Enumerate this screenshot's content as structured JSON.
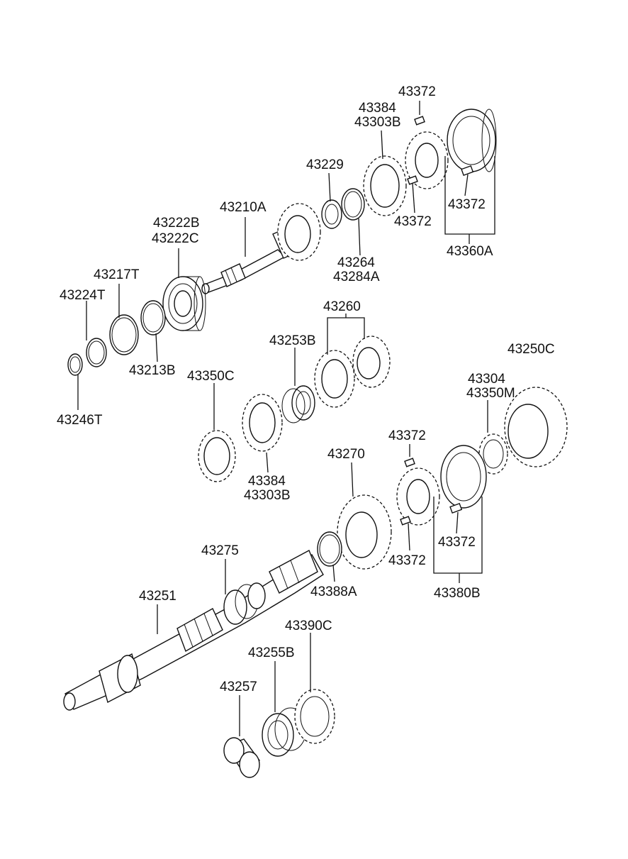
{
  "parts": {
    "p43372_a": "43372",
    "p43384_a": "43384",
    "p43303B_a": "43303B",
    "p43229": "43229",
    "p43210A": "43210A",
    "p43372_b": "43372",
    "p43372_c": "43372",
    "p43360A": "43360A",
    "p43222B": "43222B",
    "p43222C": "43222C",
    "p43264": "43264",
    "p43284A": "43284A",
    "p43217T": "43217T",
    "p43224T": "43224T",
    "p43213B": "43213B",
    "p43246T": "43246T",
    "p43260": "43260",
    "p43253B": "43253B",
    "p43250C": "43250C",
    "p43350C": "43350C",
    "p43304": "43304",
    "p43350M": "43350M",
    "p43372_d": "43372",
    "p43384_b": "43384",
    "p43303B_b": "43303B",
    "p43270": "43270",
    "p43372_e": "43372",
    "p43372_f": "43372",
    "p43275": "43275",
    "p43388A": "43388A",
    "p43380B": "43380B",
    "p43251": "43251",
    "p43390C": "43390C",
    "p43255B": "43255B",
    "p43257": "43257"
  },
  "colors": {
    "ink": "#111111",
    "background": "#ffffff"
  }
}
